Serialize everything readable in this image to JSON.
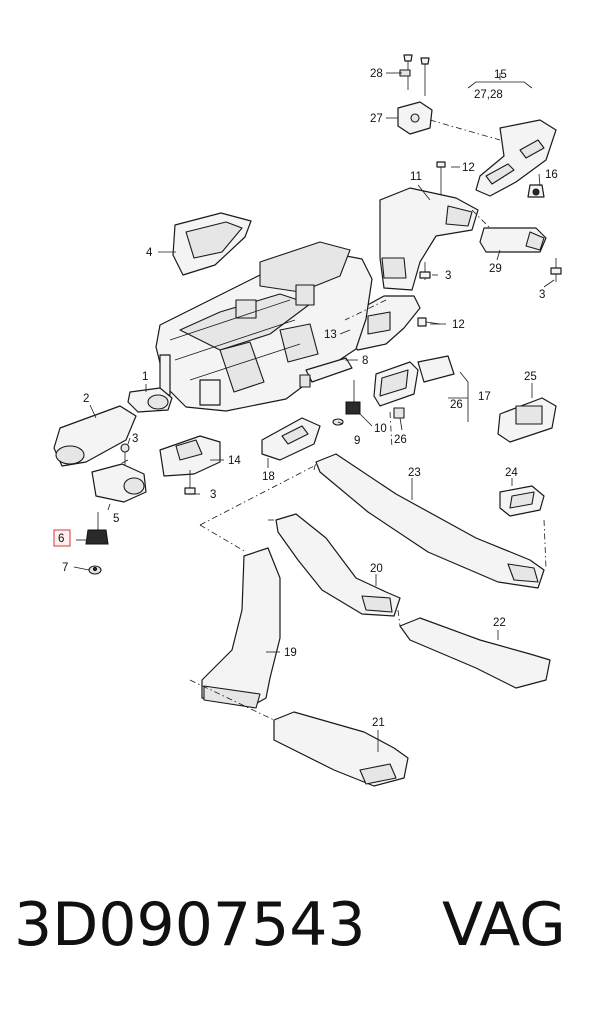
{
  "diagram": {
    "callouts": {
      "c1": "1",
      "c2": "2",
      "c3a": "3",
      "c3b": "3",
      "c3c": "3",
      "c3d": "3",
      "c4": "4",
      "c5": "5",
      "c6": "6",
      "c7": "7",
      "c8": "8",
      "c9": "9",
      "c10": "10",
      "c11": "11",
      "c12a": "12",
      "c12b": "12",
      "c13": "13",
      "c14": "14",
      "c15": "15",
      "c15sub": "27,28",
      "c16": "16",
      "c17": "17",
      "c18": "18",
      "c19": "19",
      "c20": "20",
      "c21": "21",
      "c22": "22",
      "c23": "23",
      "c24": "24",
      "c25": "25",
      "c26a": "26",
      "c26b": "26",
      "c27": "27",
      "c28": "28",
      "c29": "29"
    },
    "highlighted_callout": "6",
    "highlight_color": "#d33a3a"
  },
  "footer": {
    "part_number": "3D0907543",
    "brand": "VAG"
  }
}
